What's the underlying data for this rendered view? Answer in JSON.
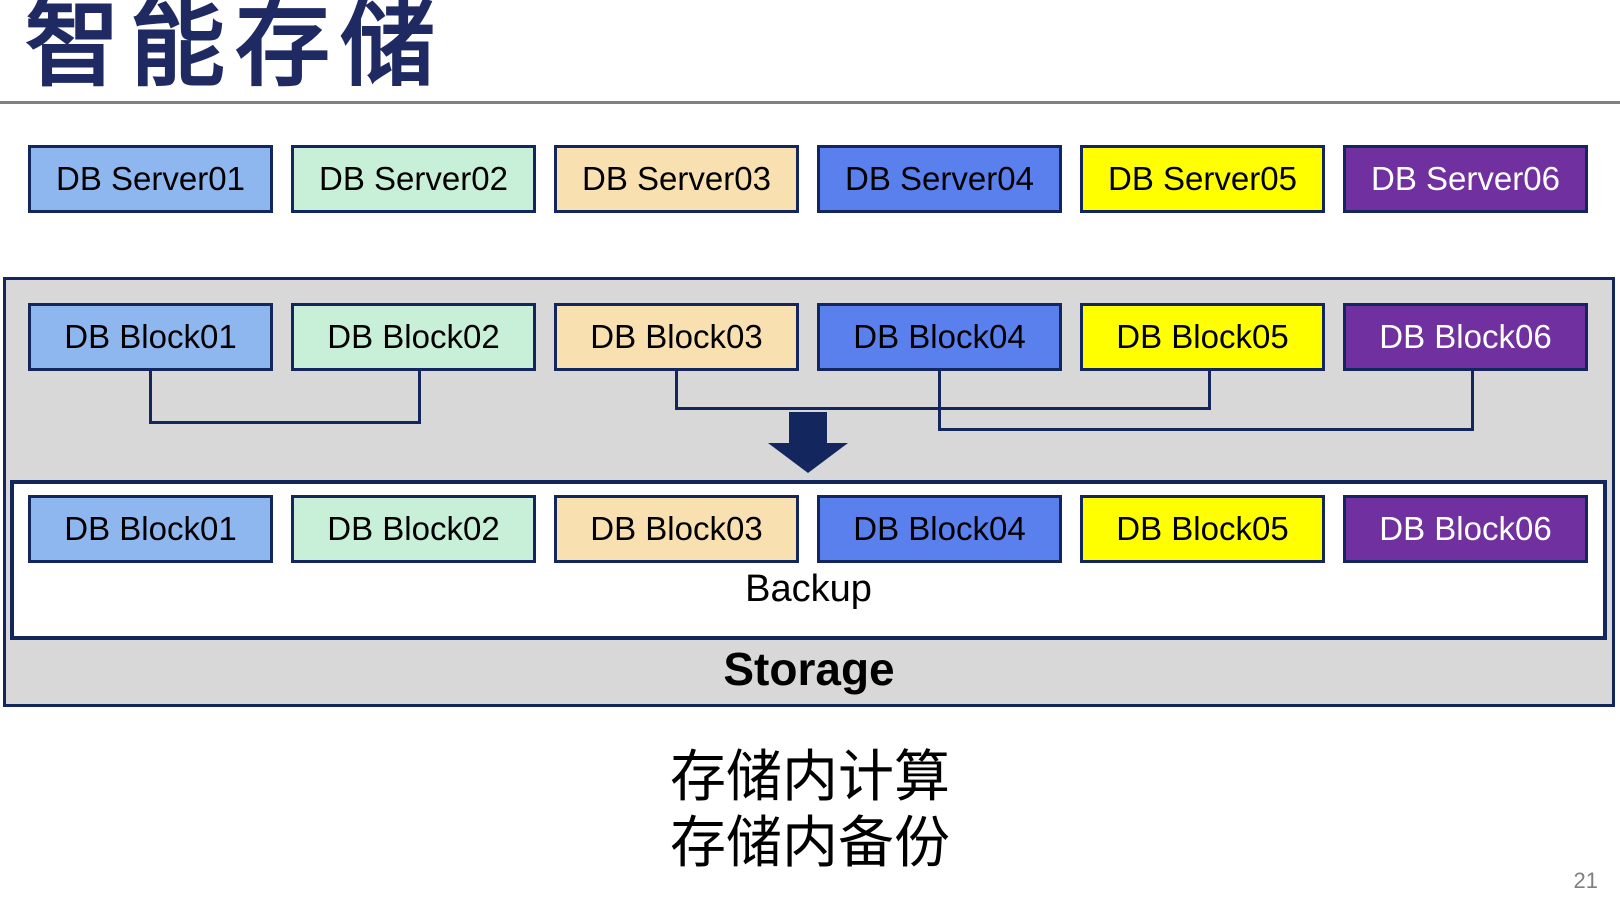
{
  "title": "智能存储",
  "rows": {
    "servers": [
      {
        "label": "DB Server01",
        "fill": "#8FB7EF",
        "text": "#000000"
      },
      {
        "label": "DB Server02",
        "fill": "#C8F0D9",
        "text": "#000000"
      },
      {
        "label": "DB Server03",
        "fill": "#F8E0B0",
        "text": "#000000"
      },
      {
        "label": "DB Server04",
        "fill": "#5A80EE",
        "text": "#000000"
      },
      {
        "label": "DB Server05",
        "fill": "#FFFF00",
        "text": "#000000"
      },
      {
        "label": "DB Server06",
        "fill": "#7030A0",
        "text": "#FFFFFF"
      }
    ],
    "blocks_top": [
      {
        "label": "DB Block01",
        "fill": "#8FB7EF",
        "text": "#000000"
      },
      {
        "label": "DB Block02",
        "fill": "#C8F0D9",
        "text": "#000000"
      },
      {
        "label": "DB Block03",
        "fill": "#F8E0B0",
        "text": "#000000"
      },
      {
        "label": "DB Block04",
        "fill": "#5A80EE",
        "text": "#000000"
      },
      {
        "label": "DB Block05",
        "fill": "#FFFF00",
        "text": "#000000"
      },
      {
        "label": "DB Block06",
        "fill": "#7030A0",
        "text": "#FFFFFF"
      }
    ],
    "blocks_bottom": [
      {
        "label": "DB Block01",
        "fill": "#8FB7EF",
        "text": "#000000"
      },
      {
        "label": "DB Block02",
        "fill": "#C8F0D9",
        "text": "#000000"
      },
      {
        "label": "DB Block03",
        "fill": "#F8E0B0",
        "text": "#000000"
      },
      {
        "label": "DB Block04",
        "fill": "#5A80EE",
        "text": "#000000"
      },
      {
        "label": "DB Block05",
        "fill": "#FFFF00",
        "text": "#000000"
      },
      {
        "label": "DB Block06",
        "fill": "#7030A0",
        "text": "#FFFFFF"
      }
    ]
  },
  "storage": {
    "backup_label": "Backup",
    "storage_label": "Storage"
  },
  "captions": {
    "line1": "存储内计算",
    "line2": "存储内备份"
  },
  "page_number": "21",
  "colors": {
    "navy": "#13265E",
    "gray_fill": "#D8D8D8",
    "line_gray": "#808080",
    "title_color": "#1F2A63",
    "page_num_color": "#7F7F7F"
  }
}
